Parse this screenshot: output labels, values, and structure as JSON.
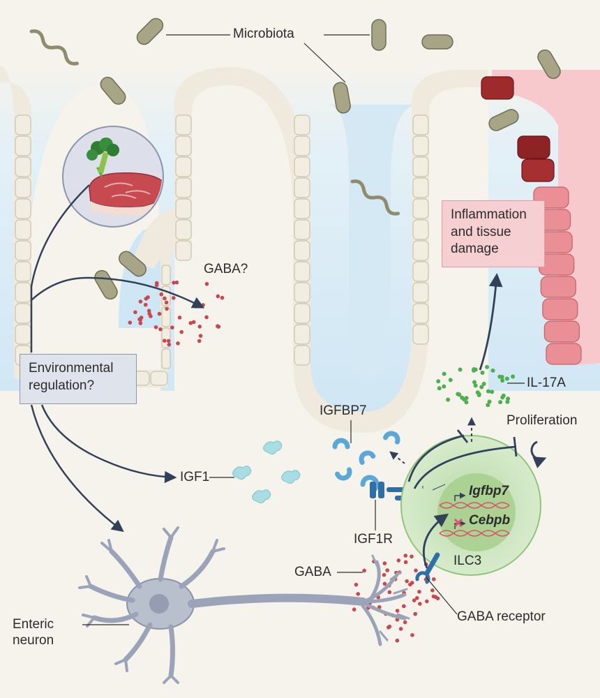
{
  "labels": {
    "microbiota": "Microbiota",
    "gaba_question": "GABA?",
    "environmental_regulation": [
      "Environmental",
      "regulation?"
    ],
    "inflammation": [
      "Inflammation",
      "and tissue",
      "damage"
    ],
    "il17a": "IL-17A",
    "proliferation": "Proliferation",
    "igfbp7": "IGFBP7",
    "igf1": "IGF1",
    "igf1r": "IGF1R",
    "gene_igfbp7": "Igfbp7",
    "gene_cebpb": "Cebpb",
    "ilc3": "ILC3",
    "gaba": "GABA",
    "gaba_receptor": "GABA receptor",
    "enteric_neuron": [
      "Enteric",
      "neuron"
    ]
  },
  "colors": {
    "background": "#f6f3ec",
    "lumen": "#d9ecf7",
    "epithelium": "#efeadd",
    "inflamed_epithelium": "#eb8f96",
    "damaged_epithelium": "#9e2a2b",
    "arrow": "#33405a",
    "gaba_dot": "#c9474f",
    "il17a_dot": "#4caf50",
    "igf1": "#a8dde4",
    "igfbp7": "#5aa7d8",
    "ilc3": "#cfe6c3",
    "neuron": "#9aa3b8",
    "bacteria": "#a8a586"
  }
}
